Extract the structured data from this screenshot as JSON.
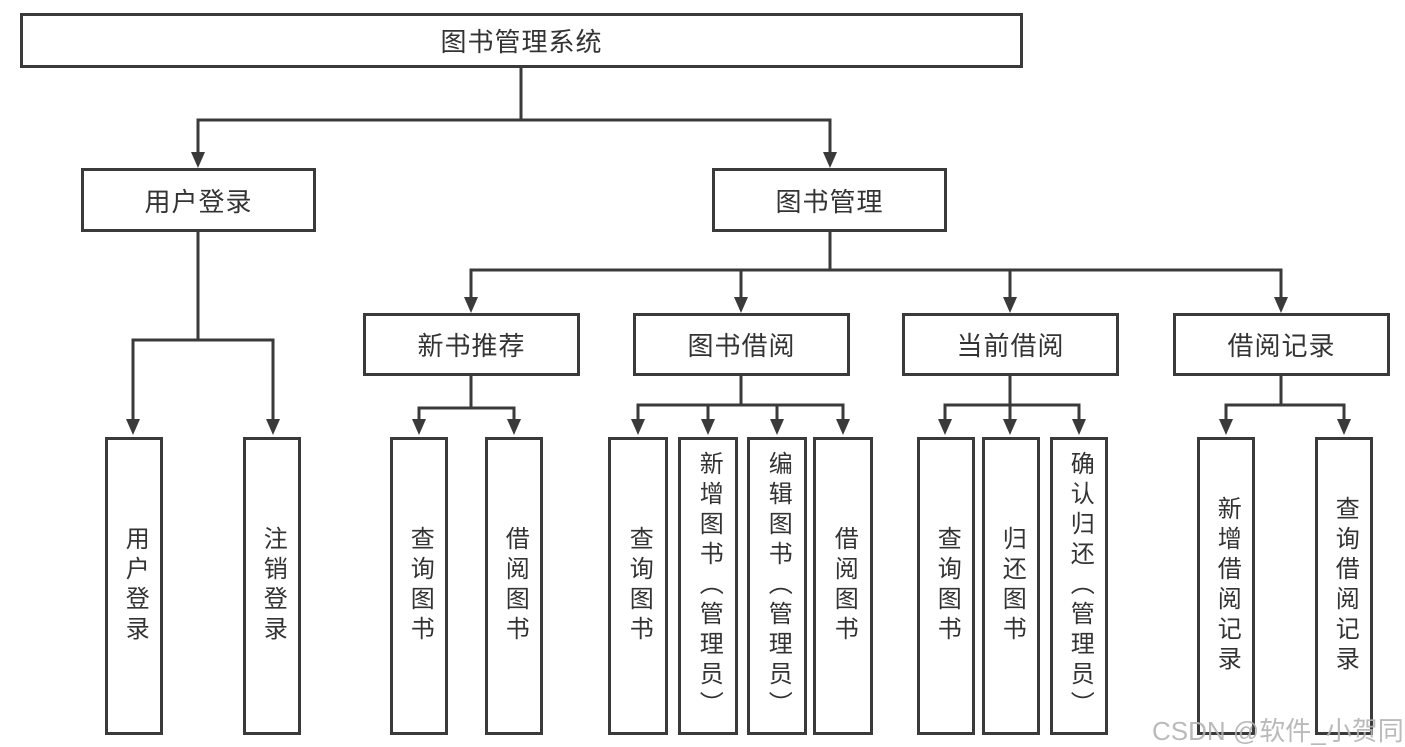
{
  "diagram_title": "图书管理系统",
  "tree": {
    "label": "图书管理系统",
    "children": [
      {
        "label": "用户登录",
        "children": [
          {
            "label": "用户登录"
          },
          {
            "label": "注销登录"
          }
        ]
      },
      {
        "label": "图书管理",
        "children": [
          {
            "label": "新书推荐",
            "children": [
              {
                "label": "查询图书"
              },
              {
                "label": "借阅图书"
              }
            ]
          },
          {
            "label": "图书借阅",
            "children": [
              {
                "label": "查询图书"
              },
              {
                "label": "新增图书（管理员）"
              },
              {
                "label": "编辑图书（管理员）"
              },
              {
                "label": "借阅图书"
              }
            ]
          },
          {
            "label": "当前借阅",
            "children": [
              {
                "label": "查询图书"
              },
              {
                "label": "归还图书"
              },
              {
                "label": "确认归还（管理员）"
              }
            ]
          },
          {
            "label": "借阅记录",
            "children": [
              {
                "label": "新增借阅记录"
              },
              {
                "label": "查询借阅记录"
              }
            ]
          }
        ]
      }
    ]
  },
  "watermark": "CSDN @软件_小贺同学",
  "colors": {
    "line": "#3a3a3a",
    "box_border": "#3a3a3a",
    "box_fill": "#ffffff",
    "text": "#333333",
    "watermark": "#b3b3b3",
    "background": "#ffffff"
  }
}
